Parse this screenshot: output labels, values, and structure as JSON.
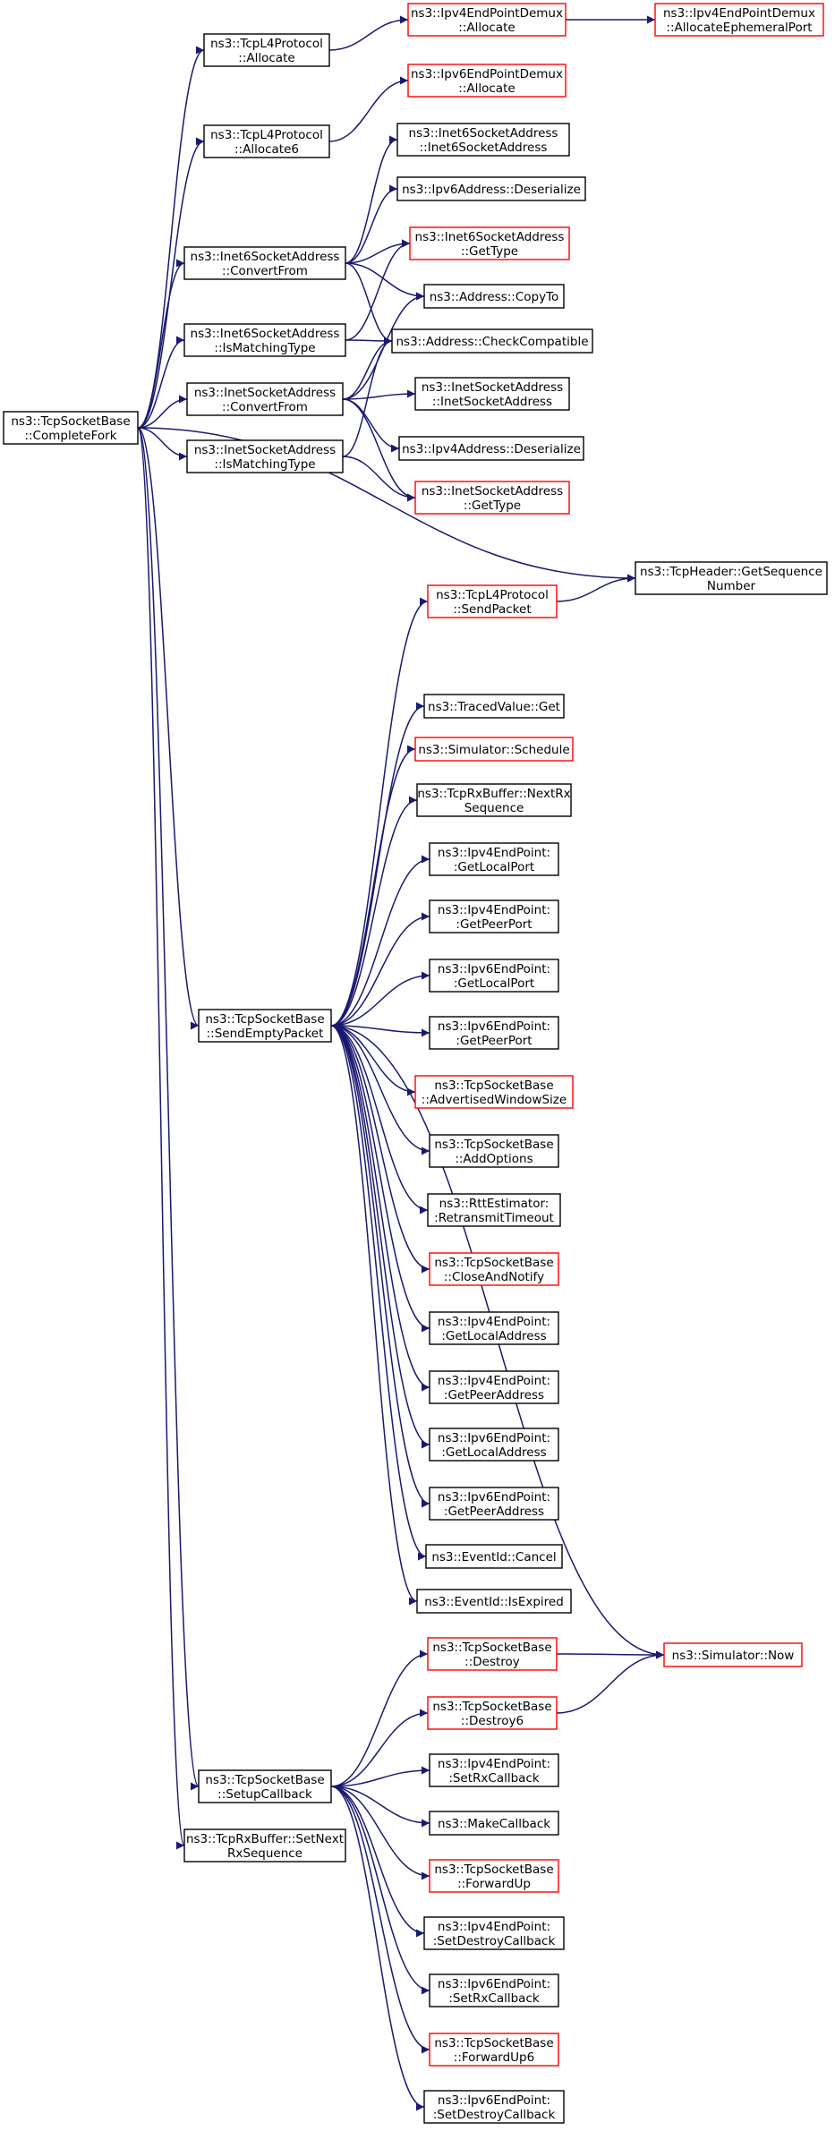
{
  "colors": {
    "edge": "#191970",
    "border_normal": "#000000",
    "border_truncated": "#ff0000",
    "root_fill": "#bfbfbf",
    "node_fill": "#ffffff",
    "background": "#ffffff"
  },
  "nodes": {
    "root": {
      "lines": [
        "ns3::TcpSocketBase",
        "::CompleteFork"
      ],
      "border": "black",
      "current": true
    },
    "l4_alloc": {
      "lines": [
        "ns3::TcpL4Protocol",
        "::Allocate"
      ],
      "border": "black"
    },
    "l4_alloc6": {
      "lines": [
        "ns3::TcpL4Protocol",
        "::Allocate6"
      ],
      "border": "black"
    },
    "i6_convert": {
      "lines": [
        "ns3::Inet6SocketAddress",
        "::ConvertFrom"
      ],
      "border": "black"
    },
    "i6_match": {
      "lines": [
        "ns3::Inet6SocketAddress",
        "::IsMatchingType"
      ],
      "border": "black"
    },
    "i4_convert": {
      "lines": [
        "ns3::InetSocketAddress",
        "::ConvertFrom"
      ],
      "border": "black"
    },
    "i4_match": {
      "lines": [
        "ns3::InetSocketAddress",
        "::IsMatchingType"
      ],
      "border": "black"
    },
    "send_empty": {
      "lines": [
        "ns3::TcpSocketBase",
        "::SendEmptyPacket"
      ],
      "border": "black"
    },
    "setup_cb": {
      "lines": [
        "ns3::TcpSocketBase",
        "::SetupCallback"
      ],
      "border": "black"
    },
    "set_next_rx": {
      "lines": [
        "ns3::TcpRxBuffer::SetNext",
        "RxSequence"
      ],
      "border": "black"
    },
    "v4_demux_alloc": {
      "lines": [
        "ns3::Ipv4EndPointDemux",
        "::Allocate"
      ],
      "border": "red"
    },
    "v4_demux_eph": {
      "lines": [
        "ns3::Ipv4EndPointDemux",
        "::AllocateEphemeralPort"
      ],
      "border": "red"
    },
    "v6_demux_alloc": {
      "lines": [
        "ns3::Ipv6EndPointDemux",
        "::Allocate"
      ],
      "border": "red"
    },
    "i6_ctor": {
      "lines": [
        "ns3::Inet6SocketAddress",
        "::Inet6SocketAddress"
      ],
      "border": "black"
    },
    "ipv6_deser": {
      "lines": [
        "ns3::Ipv6Address::Deserialize"
      ],
      "border": "black"
    },
    "i6_gettype": {
      "lines": [
        "ns3::Inet6SocketAddress",
        "::GetType"
      ],
      "border": "red"
    },
    "addr_copyto": {
      "lines": [
        "ns3::Address::CopyTo"
      ],
      "border": "black"
    },
    "addr_check": {
      "lines": [
        "ns3::Address::CheckCompatible"
      ],
      "border": "black"
    },
    "i4_ctor": {
      "lines": [
        "ns3::InetSocketAddress",
        "::InetSocketAddress"
      ],
      "border": "black"
    },
    "ipv4_deser": {
      "lines": [
        "ns3::Ipv4Address::Deserialize"
      ],
      "border": "black"
    },
    "i4_gettype": {
      "lines": [
        "ns3::InetSocketAddress",
        "::GetType"
      ],
      "border": "red"
    },
    "tcp_hdr_seq": {
      "lines": [
        "ns3::TcpHeader::GetSequence",
        "Number"
      ],
      "border": "black"
    },
    "l4_send": {
      "lines": [
        "ns3::TcpL4Protocol",
        "::SendPacket"
      ],
      "border": "red"
    },
    "traced_get": {
      "lines": [
        "ns3::TracedValue::Get"
      ],
      "border": "black"
    },
    "sim_schedule": {
      "lines": [
        "ns3::Simulator::Schedule"
      ],
      "border": "red"
    },
    "rx_next_seq": {
      "lines": [
        "ns3::TcpRxBuffer::NextRx",
        "Sequence"
      ],
      "border": "black"
    },
    "v4_getlocalport": {
      "lines": [
        "ns3::Ipv4EndPoint:",
        ":GetLocalPort"
      ],
      "border": "black"
    },
    "v4_getpeerport": {
      "lines": [
        "ns3::Ipv4EndPoint:",
        ":GetPeerPort"
      ],
      "border": "black"
    },
    "v6_getlocalport": {
      "lines": [
        "ns3::Ipv6EndPoint:",
        ":GetLocalPort"
      ],
      "border": "black"
    },
    "v6_getpeerport": {
      "lines": [
        "ns3::Ipv6EndPoint:",
        ":GetPeerPort"
      ],
      "border": "black"
    },
    "adv_window": {
      "lines": [
        "ns3::TcpSocketBase",
        "::AdvertisedWindowSize"
      ],
      "border": "red"
    },
    "add_options": {
      "lines": [
        "ns3::TcpSocketBase",
        "::AddOptions"
      ],
      "border": "black"
    },
    "rto": {
      "lines": [
        "ns3::RttEstimator:",
        ":RetransmitTimeout"
      ],
      "border": "black"
    },
    "close_notify": {
      "lines": [
        "ns3::TcpSocketBase",
        "::CloseAndNotify"
      ],
      "border": "red"
    },
    "v4_getlocaladdr": {
      "lines": [
        "ns3::Ipv4EndPoint:",
        ":GetLocalAddress"
      ],
      "border": "black"
    },
    "v4_getpeeraddr": {
      "lines": [
        "ns3::Ipv4EndPoint:",
        ":GetPeerAddress"
      ],
      "border": "black"
    },
    "v6_getlocaladdr": {
      "lines": [
        "ns3::Ipv6EndPoint:",
        ":GetLocalAddress"
      ],
      "border": "black"
    },
    "v6_getpeeraddr": {
      "lines": [
        "ns3::Ipv6EndPoint:",
        ":GetPeerAddress"
      ],
      "border": "black"
    },
    "ev_cancel": {
      "lines": [
        "ns3::EventId::Cancel"
      ],
      "border": "black"
    },
    "ev_expired": {
      "lines": [
        "ns3::EventId::IsExpired"
      ],
      "border": "black"
    },
    "destroy": {
      "lines": [
        "ns3::TcpSocketBase",
        "::Destroy"
      ],
      "border": "red"
    },
    "destroy6": {
      "lines": [
        "ns3::TcpSocketBase",
        "::Destroy6"
      ],
      "border": "red"
    },
    "sim_now": {
      "lines": [
        "ns3::Simulator::Now"
      ],
      "border": "red"
    },
    "v4_setrxcb": {
      "lines": [
        "ns3::Ipv4EndPoint:",
        ":SetRxCallback"
      ],
      "border": "black"
    },
    "make_cb": {
      "lines": [
        "ns3::MakeCallback"
      ],
      "border": "black"
    },
    "fwd_up": {
      "lines": [
        "ns3::TcpSocketBase",
        "::ForwardUp"
      ],
      "border": "red"
    },
    "v4_setdestroycb": {
      "lines": [
        "ns3::Ipv4EndPoint:",
        ":SetDestroyCallback"
      ],
      "border": "black"
    },
    "v6_setrxcb": {
      "lines": [
        "ns3::Ipv6EndPoint:",
        ":SetRxCallback"
      ],
      "border": "black"
    },
    "fwd_up6": {
      "lines": [
        "ns3::TcpSocketBase",
        "::ForwardUp6"
      ],
      "border": "red"
    },
    "v6_setdestroycb": {
      "lines": [
        "ns3::Ipv6EndPoint:",
        ":SetDestroyCallback"
      ],
      "border": "black"
    }
  },
  "edges": [
    [
      "root",
      "l4_alloc"
    ],
    [
      "root",
      "l4_alloc6"
    ],
    [
      "root",
      "i6_convert"
    ],
    [
      "root",
      "i6_match"
    ],
    [
      "root",
      "i4_convert"
    ],
    [
      "root",
      "i4_match"
    ],
    [
      "root",
      "tcp_hdr_seq"
    ],
    [
      "root",
      "send_empty"
    ],
    [
      "root",
      "setup_cb"
    ],
    [
      "root",
      "set_next_rx"
    ],
    [
      "l4_alloc",
      "v4_demux_alloc"
    ],
    [
      "v4_demux_alloc",
      "v4_demux_eph"
    ],
    [
      "l4_alloc6",
      "v6_demux_alloc"
    ],
    [
      "i6_convert",
      "i6_ctor"
    ],
    [
      "i6_convert",
      "ipv6_deser"
    ],
    [
      "i6_convert",
      "i6_gettype"
    ],
    [
      "i6_convert",
      "addr_copyto"
    ],
    [
      "i6_convert",
      "addr_check"
    ],
    [
      "i6_match",
      "i6_gettype"
    ],
    [
      "i6_match",
      "addr_check"
    ],
    [
      "i4_convert",
      "addr_copyto"
    ],
    [
      "i4_convert",
      "addr_check"
    ],
    [
      "i4_convert",
      "i4_ctor"
    ],
    [
      "i4_convert",
      "ipv4_deser"
    ],
    [
      "i4_convert",
      "i4_gettype"
    ],
    [
      "i4_match",
      "addr_check"
    ],
    [
      "i4_match",
      "i4_gettype"
    ],
    [
      "send_empty",
      "l4_send"
    ],
    [
      "send_empty",
      "sim_now"
    ],
    [
      "send_empty",
      "traced_get"
    ],
    [
      "send_empty",
      "sim_schedule"
    ],
    [
      "send_empty",
      "rx_next_seq"
    ],
    [
      "send_empty",
      "v4_getlocalport"
    ],
    [
      "send_empty",
      "v4_getpeerport"
    ],
    [
      "send_empty",
      "v6_getlocalport"
    ],
    [
      "send_empty",
      "v6_getpeerport"
    ],
    [
      "send_empty",
      "adv_window"
    ],
    [
      "send_empty",
      "add_options"
    ],
    [
      "send_empty",
      "rto"
    ],
    [
      "send_empty",
      "close_notify"
    ],
    [
      "send_empty",
      "v4_getlocaladdr"
    ],
    [
      "send_empty",
      "v4_getpeeraddr"
    ],
    [
      "send_empty",
      "v6_getlocaladdr"
    ],
    [
      "send_empty",
      "v6_getpeeraddr"
    ],
    [
      "send_empty",
      "ev_cancel"
    ],
    [
      "send_empty",
      "ev_expired"
    ],
    [
      "l4_send",
      "tcp_hdr_seq"
    ],
    [
      "setup_cb",
      "destroy"
    ],
    [
      "setup_cb",
      "destroy6"
    ],
    [
      "setup_cb",
      "v4_setrxcb"
    ],
    [
      "setup_cb",
      "make_cb"
    ],
    [
      "setup_cb",
      "fwd_up"
    ],
    [
      "setup_cb",
      "v4_setdestroycb"
    ],
    [
      "setup_cb",
      "v6_setrxcb"
    ],
    [
      "setup_cb",
      "fwd_up6"
    ],
    [
      "setup_cb",
      "v6_setdestroycb"
    ],
    [
      "destroy",
      "sim_now"
    ],
    [
      "destroy6",
      "sim_now"
    ]
  ]
}
